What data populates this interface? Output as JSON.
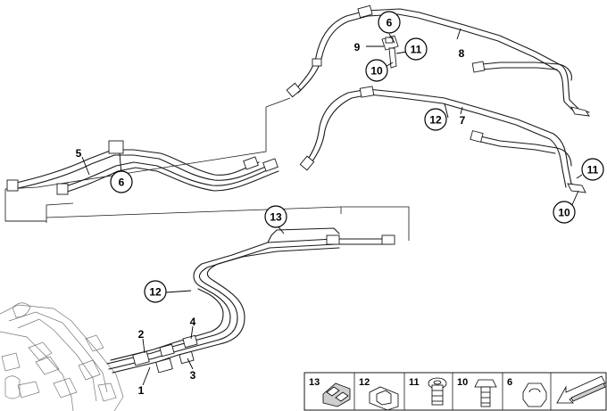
{
  "callouts_circled": {
    "c6_top": "6",
    "c11_top": "11",
    "c10_top": "10",
    "c12_mid": "12",
    "c11_right": "11",
    "c10_right": "10",
    "c6_left": "6",
    "c13": "13",
    "c12_low": "12"
  },
  "labels_plain": {
    "l9": "9",
    "l8": "8",
    "l7": "7",
    "l5": "5",
    "l4": "4",
    "l2": "2",
    "l3": "3",
    "l1": "1"
  },
  "legend": {
    "items": [
      {
        "number": "13",
        "icon": "clip-icon"
      },
      {
        "number": "12",
        "icon": "holder-icon"
      },
      {
        "number": "11",
        "icon": "bolt-icon"
      },
      {
        "number": "10",
        "icon": "screw-icon"
      },
      {
        "number": "6",
        "icon": "nut-icon"
      },
      {
        "number": "",
        "icon": "arrow-icon"
      }
    ]
  }
}
